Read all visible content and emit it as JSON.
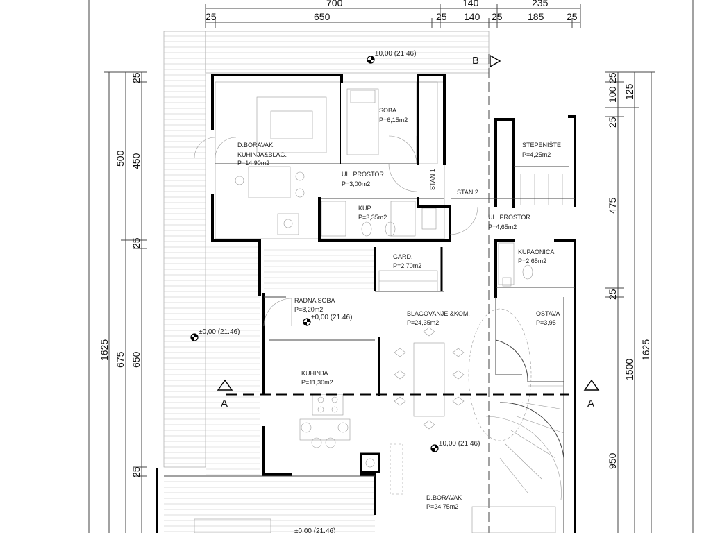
{
  "dimensions": {
    "top_row1": [
      "700",
      "140",
      "235"
    ],
    "top_row2": [
      "25",
      "650",
      "25",
      "140",
      "25",
      "185",
      "25"
    ],
    "left_outer": [
      "1625"
    ],
    "left_mid": [
      "500",
      "675"
    ],
    "left_inner": [
      "25",
      "450",
      "25",
      "650",
      "25"
    ],
    "right_inner": [
      "25",
      "100",
      "25",
      "475",
      "25",
      "950"
    ],
    "right_mid": [
      "125",
      "1500"
    ],
    "right_outer": [
      "1625"
    ]
  },
  "section_markers": {
    "a_left": "A",
    "a_right": "A",
    "b_top": "B"
  },
  "levels": {
    "top": "±0,00 (21.46)",
    "left": "±0,00 (21.46)",
    "radna": "±0,00 (21.46)",
    "living": "±0,00 (21.46)",
    "bottom": "±0,00 (21.46)"
  },
  "rooms": {
    "d_boravak_1": {
      "name1": "D.BORAVAK,",
      "name2": "KUHINJA&BLAG.",
      "area": "P=14,90m2"
    },
    "soba": {
      "name": "SOBA",
      "area": "P=6,15m2"
    },
    "ul_prostor_1": {
      "name": "UL. PROSTOR",
      "area": "P=3,00m2"
    },
    "kup": {
      "name": "KUP.",
      "area": "P=3,35m2"
    },
    "stan_1": "STAN 1",
    "stan_2": "STAN 2",
    "stepeniste": {
      "name": "STEPENIŠTE",
      "area": "P=4,25m2"
    },
    "ul_prostor_2": {
      "name": "UL. PROSTOR",
      "area": "P=4,65m2"
    },
    "kupaonica": {
      "name": "KUPAONICA",
      "area": "P=2,65m2"
    },
    "gard": {
      "name": "GARD.",
      "area": "P=2,70m2"
    },
    "radna_soba": {
      "name": "RADNA SOBA",
      "area": "P=8,20m2"
    },
    "blagovanje": {
      "name": "BLAGOVANJE &KOM.",
      "area": "P=24,35m2"
    },
    "ostava": {
      "name": "OSTAVA",
      "area": "P=3,95"
    },
    "kuhinja": {
      "name": "KUHINJA",
      "area": "P=11,30m2"
    },
    "d_boravak_2": {
      "name": "D.BORAVAK",
      "area": "P=24,75m2"
    }
  }
}
